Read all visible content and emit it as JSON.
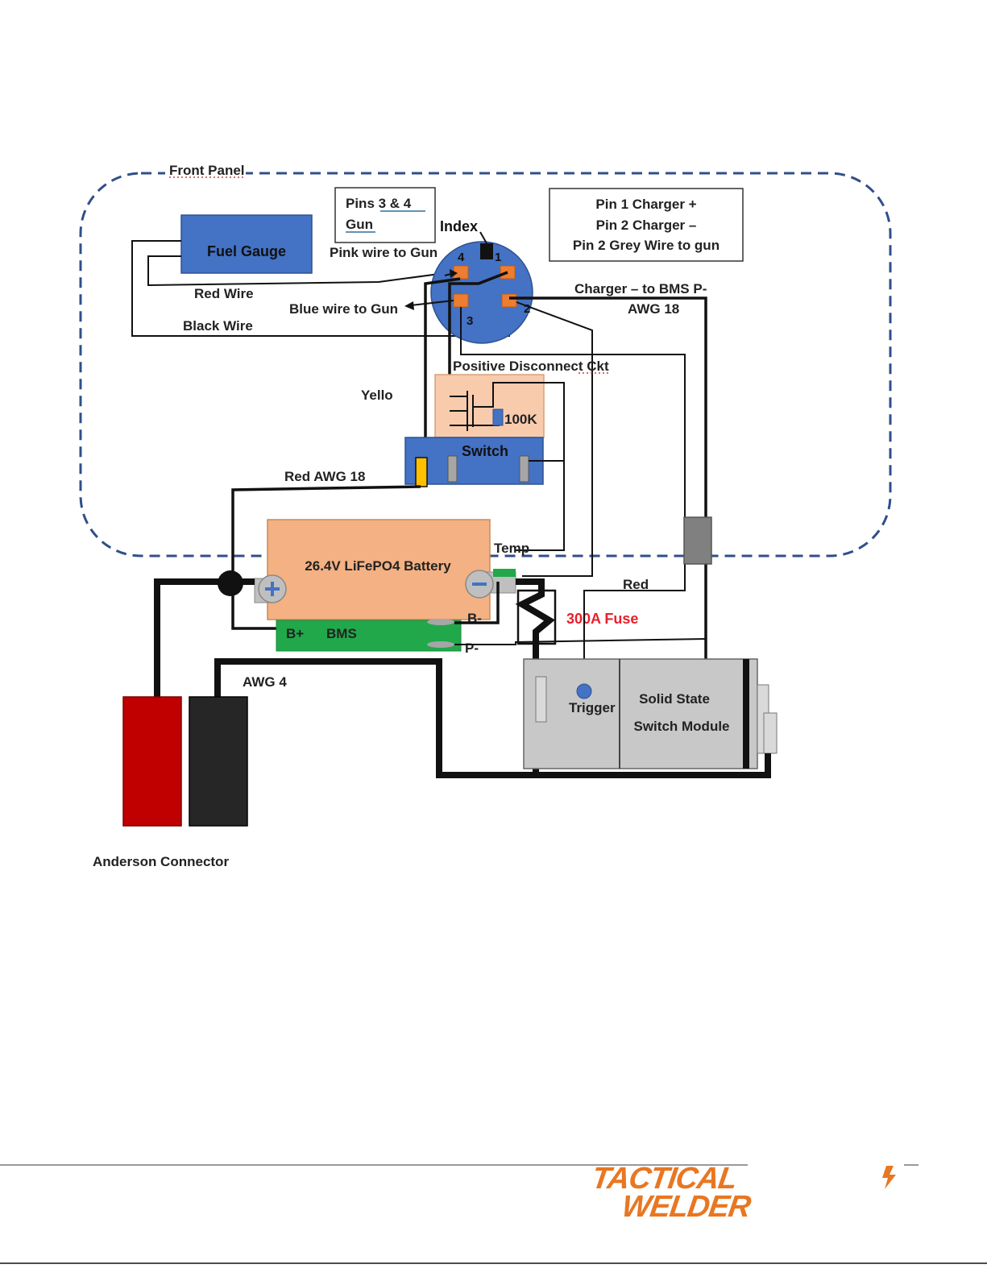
{
  "labels": {
    "front_panel": "Front Panel",
    "fuel_gauge": "Fuel Gauge",
    "pins_note_line1": "Pins  3  &  4",
    "pins_note_line2": "Gun",
    "index": "Index",
    "pin_info": [
      "Pin 1 Charger +",
      "Pin 2 Charger –",
      "Pin 2 Grey Wire to gun"
    ],
    "pink_wire": "Pink wire to Gun",
    "red_wire": "Red Wire",
    "blue_wire": "Blue wire to Gun",
    "black_wire": "Black Wire",
    "charger_bms": "Charger – to BMS P-",
    "awg18": "AWG 18",
    "positive_disconnect": "Positive Disconnect Ckt",
    "yello": "Yello",
    "resistor": "100K",
    "switch": "Switch",
    "red_awg18": "Red AWG 18",
    "temp": "Temp",
    "battery": "26.4V LiFePO4 Battery",
    "red": "Red",
    "fuse": "300A Fuse",
    "bplus": "B+",
    "bms": "BMS",
    "bminus": "B-",
    "pminus": "P-",
    "awg4": "AWG 4",
    "trigger": "Trigger",
    "ssm_line1": "Solid State",
    "ssm_line2": "Switch Module",
    "anderson": "Anderson Connector"
  },
  "pins": {
    "p1": "1",
    "p2": "2",
    "p3": "3",
    "p4": "4"
  },
  "logo": {
    "line1": "TACTICAL",
    "line2": "WELDER"
  },
  "colors": {
    "panel_border": "#2f4f8a",
    "fuel_gauge": "#4472c4",
    "connector": "#4472c4",
    "pin_pad": "#ed7d31",
    "disconnect_ckt": "#f8cbad",
    "switch": "#4472c4",
    "battery": "#f4b183",
    "bms": "#21a84a",
    "ssm": "#c8c8c8",
    "anderson_red": "#c00000",
    "anderson_black": "#262626",
    "fuse_text": "#e8202a",
    "yellow_terminal": "#ffc000",
    "logo_orange": "#e87722"
  }
}
